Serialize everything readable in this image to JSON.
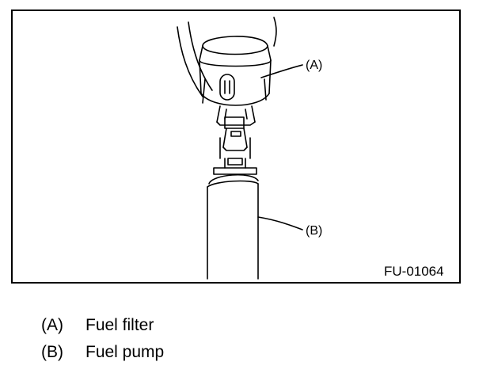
{
  "figure": {
    "code": "FU-01064",
    "callouts": [
      {
        "key": "(A)"
      },
      {
        "key": "(B)"
      }
    ]
  },
  "legend": [
    {
      "key": "(A)",
      "label": "Fuel filter"
    },
    {
      "key": "(B)",
      "label": "Fuel pump"
    }
  ],
  "colors": {
    "line": "#000000",
    "background": "#ffffff"
  }
}
